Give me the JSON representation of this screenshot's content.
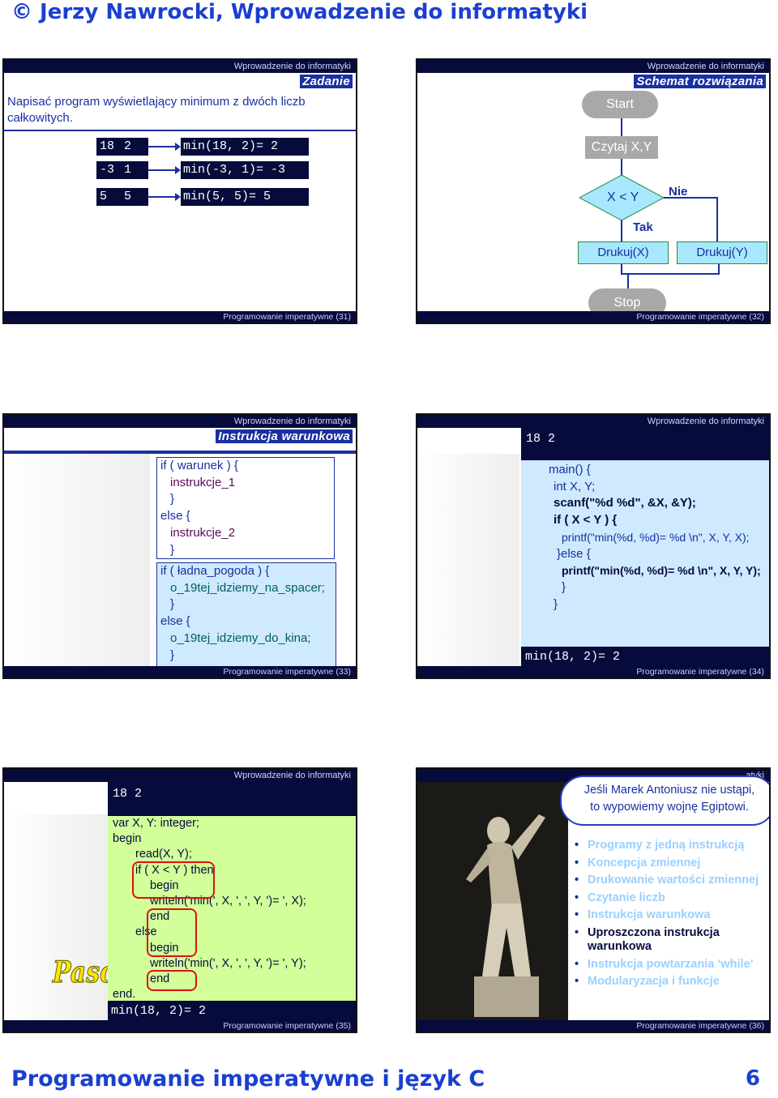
{
  "header": {
    "title": "© Jerzy Nawrocki, Wprowadzenie do informatyki"
  },
  "footer": {
    "title": "Programowanie imperatywne i język C",
    "page": "6"
  },
  "slide_top": "Wprowadzenie do informatyki",
  "slide31": {
    "heading": "Zadanie",
    "task": "Napisać program wyświetlający minimum z dwóch liczb całkowitych.",
    "examples": [
      {
        "a": "18",
        "b": "2",
        "out": "min(18, 2)= 2"
      },
      {
        "a": "-3",
        "b": "1",
        "out": "min(-3, 1)= -3"
      },
      {
        "a": "5",
        "b": "5",
        "out": "min(5, 5)= 5"
      }
    ],
    "footer": "Programowanie imperatywne (31)"
  },
  "slide32": {
    "heading": "Schemat rozwiązania",
    "start": "Start",
    "read": "Czytaj X,Y",
    "cond": "X < Y",
    "no": "Nie",
    "yes": "Tak",
    "printx": "Drukuj(X)",
    "printy": "Drukuj(Y)",
    "stop": "Stop",
    "footer": "Programowanie imperatywne (32)"
  },
  "slide33": {
    "heading": "Instrukcja warunkowa",
    "lines1": [
      "if ( warunek ) {",
      "instrukcje_1",
      "}",
      "else {",
      "instrukcje_2",
      "}"
    ],
    "lines2": [
      "if ( ładna_pogoda ) {",
      "o_19tej_idziemy_na_spacer;",
      "}",
      "else {",
      "o_19tej_idziemy_do_kina;",
      "}"
    ],
    "footer": "Programowanie imperatywne (33)"
  },
  "slide34": {
    "input": "18 2",
    "lines": [
      "main() {",
      "int  X, Y;",
      "scanf(\"%d %d\", &X, &Y);",
      "if ( X < Y ) {",
      "printf(\"min(%d, %d)= %d \\n\", X, Y, X);",
      "}else {",
      "printf(\"min(%d, %d)= %d \\n\", X, Y, Y);",
      "}",
      "}"
    ],
    "output": "min(18, 2)= 2",
    "footer": "Programowanie imperatywne (34)"
  },
  "slide35": {
    "input": "18 2",
    "logo": "Pascal",
    "lines": [
      "var  X, Y: integer;",
      "begin",
      "read(X, Y);",
      "if ( X < Y ) then",
      "begin",
      "writeln('min(', X, ', ', Y, ')= ', X);",
      "end",
      "else",
      "begin",
      "writeln('min(', X, ', ', Y, ')= ', Y);",
      "end",
      "end."
    ],
    "output": "min(18, 2)= 2",
    "footer": "Programowanie imperatywne (35)"
  },
  "slide36": {
    "top": "atyki",
    "quote1": "Jeśli Marek Antoniusz nie ustąpi,",
    "quote2": "to wypowiemy wojnę Egiptowi.",
    "items": [
      "Programy z jedną instrukcją",
      "Koncepcja zmiennej",
      "Drukowanie wartości zmiennej",
      "Czytanie liczb",
      "Instrukcja warunkowa",
      "Uproszczona instrukcja warunkowa",
      "Instrukcja powtarzania ‘while’",
      "Modularyzacja i funkcje"
    ],
    "footer": "Programowanie imperatywne (36)"
  }
}
